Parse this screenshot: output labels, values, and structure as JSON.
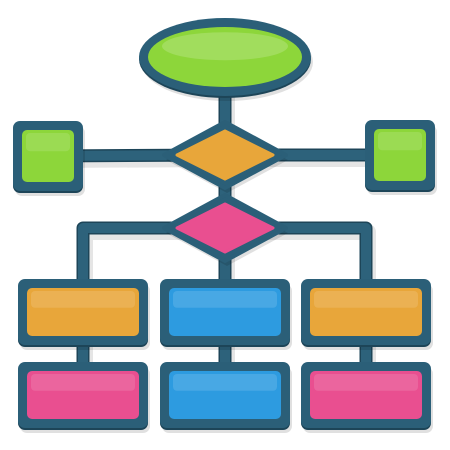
{
  "diagram": {
    "kind": "flowchart-icon",
    "colors": {
      "outline": "#2b5f78",
      "outline_shadow": "#1d4558",
      "connector": "#2d627b",
      "start_node": "#8dd63a",
      "side_node": "#8dd63a",
      "decision_primary": "#e8a63a",
      "decision_secondary": "#e94f90",
      "process_orange": "#e8a63a",
      "process_blue": "#2d9be0",
      "process_pink": "#e94f90",
      "background": "#ffffff"
    },
    "nodes": [
      {
        "id": "start",
        "shape": "ellipse",
        "fill": "start_node"
      },
      {
        "id": "side-left",
        "shape": "square",
        "fill": "side_node"
      },
      {
        "id": "decision-1",
        "shape": "diamond",
        "fill": "decision_primary"
      },
      {
        "id": "side-right",
        "shape": "square",
        "fill": "side_node"
      },
      {
        "id": "decision-2",
        "shape": "diamond",
        "fill": "decision_secondary"
      },
      {
        "id": "process-left-top",
        "shape": "rectangle",
        "fill": "process_orange"
      },
      {
        "id": "process-center-top",
        "shape": "rectangle",
        "fill": "process_blue"
      },
      {
        "id": "process-right-top",
        "shape": "rectangle",
        "fill": "process_orange"
      },
      {
        "id": "process-left-bottom",
        "shape": "rectangle",
        "fill": "process_pink"
      },
      {
        "id": "process-center-bottom",
        "shape": "rectangle",
        "fill": "process_blue"
      },
      {
        "id": "process-right-bottom",
        "shape": "rectangle",
        "fill": "process_pink"
      }
    ],
    "edges": [
      {
        "from": "start",
        "to": "decision-1"
      },
      {
        "from": "decision-1",
        "to": "side-left"
      },
      {
        "from": "decision-1",
        "to": "side-right"
      },
      {
        "from": "decision-1",
        "to": "decision-2"
      },
      {
        "from": "decision-2",
        "to": "process-left-top"
      },
      {
        "from": "decision-2",
        "to": "process-center-top"
      },
      {
        "from": "decision-2",
        "to": "process-right-top"
      },
      {
        "from": "process-left-top",
        "to": "process-left-bottom"
      },
      {
        "from": "process-center-top",
        "to": "process-center-bottom"
      },
      {
        "from": "process-right-top",
        "to": "process-right-bottom"
      }
    ]
  }
}
